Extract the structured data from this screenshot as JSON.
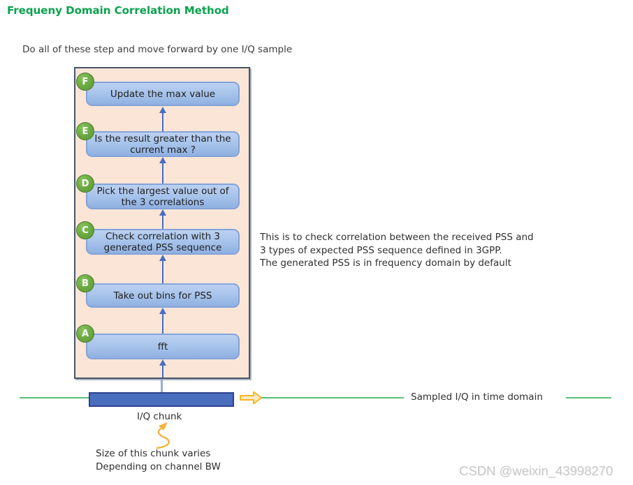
{
  "page": {
    "title": "Frequeny Domain Correlation Method",
    "subtitle": "Do all of these step and move forward by one I/Q sample"
  },
  "flowchart": {
    "steps": [
      {
        "letter": "F",
        "label": "Update the max value"
      },
      {
        "letter": "E",
        "label": "Is the result greater than the current max ?"
      },
      {
        "letter": "D",
        "label": "Pick the largest value out of the 3 correlations"
      },
      {
        "letter": "C",
        "label": "Check correlation with 3 generated PSS sequence"
      },
      {
        "letter": "B",
        "label": "Take out bins for PSS"
      },
      {
        "letter": "A",
        "label": "fft"
      }
    ]
  },
  "annotation": {
    "pss_note": "This is to check correlation between the received PSS and\n3 types of expected PSS sequence defined in 3GPP.\nThe generated PSS is in frequency domain by default"
  },
  "timeline": {
    "chunk_label": "I/Q chunk",
    "line_label": "Sampled I/Q in time domain",
    "chunk_note": "Size of this chunk varies\nDepending on channel BW"
  },
  "watermark": "CSDN @weixin_43998270",
  "colors": {
    "title_green": "#0ba24d",
    "container_fill": "#fbe5d6",
    "container_border": "#44546a",
    "step_fill_top": "#bcd1f2",
    "step_fill_bottom": "#8fb0e1",
    "step_border": "#84a3d9",
    "badge_green": "#69a83f",
    "badge_border": "#4e7a2e",
    "connector_blue": "#4a6cc0",
    "drop_line_blue": "#96acd9",
    "timeline_green": "#57be76",
    "chunk_fill": "#4b6dbd",
    "chunk_border": "#2f4390",
    "gold_arrow": "#f7b81c"
  }
}
